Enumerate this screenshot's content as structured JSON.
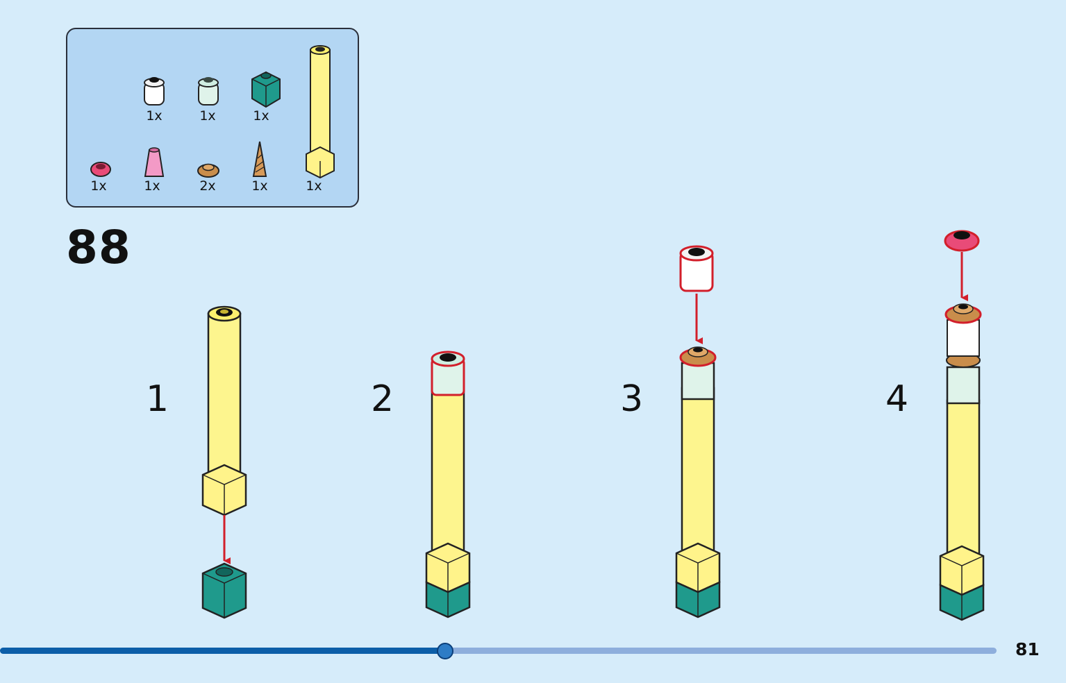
{
  "parts_list": {
    "items": [
      {
        "name": "white-round-brick-icon",
        "qty": "1x"
      },
      {
        "name": "light-aqua-round-brick-icon",
        "qty": "1x"
      },
      {
        "name": "teal-brick-1x1-icon",
        "qty": "1x"
      },
      {
        "name": "pink-flower-plate-icon",
        "qty": "1x"
      },
      {
        "name": "pink-cone-icon",
        "qty": "1x"
      },
      {
        "name": "tan-round-plate-icon",
        "qty": "2x"
      },
      {
        "name": "tan-unicorn-horn-icon",
        "qty": "1x"
      },
      {
        "name": "yellow-tall-column-icon",
        "qty": "1x"
      }
    ]
  },
  "step": {
    "number": "88"
  },
  "substeps": [
    {
      "label": "1"
    },
    {
      "label": "2"
    },
    {
      "label": "3"
    },
    {
      "label": "4"
    }
  ],
  "progress": {
    "fraction": 0.447
  },
  "page": {
    "number": "81"
  },
  "colors": {
    "background": "#d6ecfa",
    "parts_box": "#b3d6f3",
    "yellow": "#fdf58e",
    "teal": "#1f9a8c",
    "highlight": "#e0202b",
    "progress_fill": "#0c5ea8",
    "progress_track": "#8eaedc"
  }
}
